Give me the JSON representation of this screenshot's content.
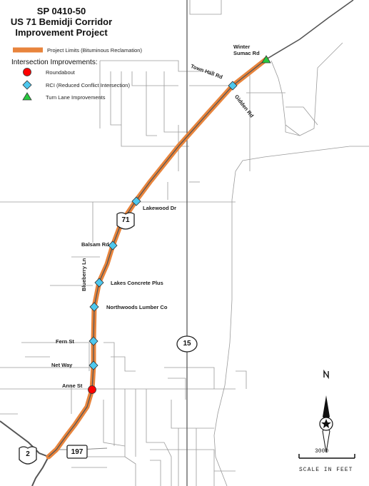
{
  "title": {
    "line1": "SP 0410-50",
    "line2": "US 71 Bemidji Corridor",
    "line3": "Improvement Project"
  },
  "legend": {
    "project_limits": "Project Limits (Bituminous Reclamation)",
    "intersection_header": "Intersection Improvements:",
    "roundabout": "Roundabout",
    "rci": "RCI (Reduced Conflict Intersection)",
    "turn_lane": "Turn Lane Improvements"
  },
  "labels": {
    "winter_sumac_1": "Winter",
    "winter_sumac_2": "Sumac Rd",
    "town_hall": "Town Hall Rd",
    "gidden": "Gidden Rd",
    "lakewood": "Lakewood Dr",
    "balsam": "Balsam Rd",
    "blueberry": "Blueberry Ln",
    "lakes_concrete": "Lakes Concrete Plus",
    "northwoods": "Northwoods Lumber Co",
    "fern": "Fern St",
    "net_way": "Net Way",
    "anne": "Anne St"
  },
  "shields": {
    "us71": "71",
    "hwy15": "15",
    "us2": "2",
    "cr197": "197"
  },
  "scale": {
    "value": "3000",
    "caption": "SCALE IN FEET",
    "north_symbol": "N"
  },
  "colors": {
    "project_limits": "#e8843c",
    "roundabout": "#ff0000",
    "rci": "#4ec8ee",
    "turn_lane": "#27c93f",
    "roads": "#8a8a8a",
    "major_road": "#555555"
  },
  "icons": {
    "roundabout": "red-circle",
    "rci": "blue-diamond",
    "turn_lane": "green-triangle",
    "north_arrow": "compass-north-arrow"
  }
}
